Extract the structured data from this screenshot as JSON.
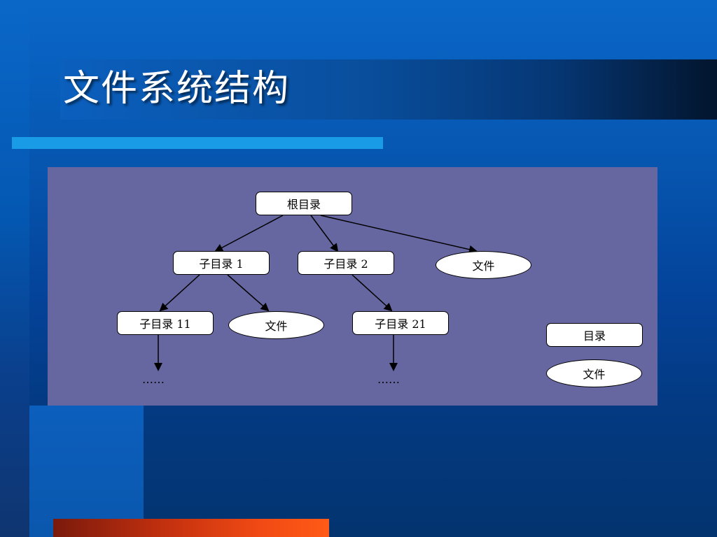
{
  "slide": {
    "title": "文件系统结构"
  },
  "diagram": {
    "root": "根目录",
    "level1": {
      "dir1": "子目录 1",
      "dir2": "子目录 2",
      "file": "文件"
    },
    "level2": {
      "dir11": "子目录 11",
      "file": "文件",
      "dir21": "子目录 21"
    },
    "ellipsis": "……",
    "legend": {
      "directory": "目录",
      "file": "文件"
    }
  },
  "colors": {
    "background": "#0656b0",
    "accent_bar": "#1a9be6",
    "bottom_bar": "#f14a14",
    "diagram_panel": "#6666a0"
  }
}
